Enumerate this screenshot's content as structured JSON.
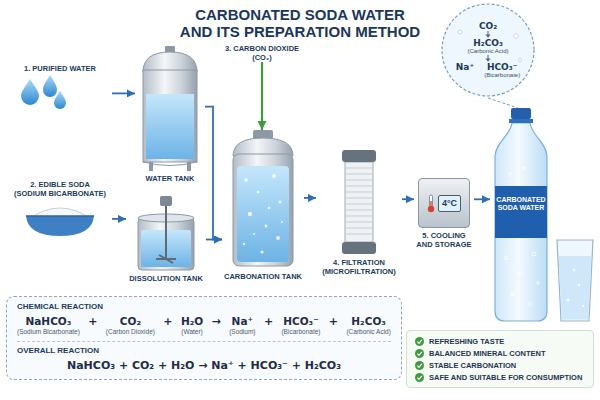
{
  "diagram": {
    "title": "CARBONATED SODA WATER AND ITS PREPARATION METHOD",
    "nodes": [
      {
        "text": [
          "1. PURIFIED WATER"
        ]
      },
      {
        "text": [
          "WATER TANK"
        ]
      },
      {
        "text": [
          "2. EDIBLE SODA (SODIUM BICARBONATE)"
        ]
      },
      {
        "text": [
          "DISSOLUTION TANK"
        ]
      },
      {
        "text": [
          "3. CARBON DIOXIDE (CO₂)"
        ]
      },
      {
        "text": [
          "CARBONATION TANK"
        ]
      },
      {
        "text": [
          "4. FILTRATION (MICROFILTRATION)"
        ]
      },
      {
        "text": [
          "4°C",
          "5. COOLING AND STORAGE"
        ]
      },
      {
        "text": [
          "CARBONATED SODA WATER"
        ]
      },
      {
        "text": [
          "CO₂",
          "H₂CO₃",
          "(Carbonic Acid)",
          "Na⁺",
          "HCO₃⁻",
          "(Bicarbonate)"
        ]
      },
      {
        "text": [
          "CHEMICAL REACTION",
          "NaHCO₃",
          "(Sodium Bicarbonate)",
          "+",
          "CO₂",
          "(Carbon Dioxide)",
          "+",
          "H₂O",
          "(Water)",
          "→",
          "Na⁺",
          "(Sodium)",
          "+",
          "HCO₃⁻",
          "(Bicarbonate)",
          "+",
          "H₂CO₃",
          "(Carbonic Acid)",
          "OVERALL REACTION",
          "NaHCO₃ + CO₂ + H₂O → Na⁺ + HCO₃⁻ + H₂CO₃"
        ]
      },
      {
        "text": [
          "REFRESHING TASTE",
          "BALANCED MINERAL CONTENT",
          "STABLE CARBONATION",
          "SAFE AND SUITABLE FOR CONSUMPTION"
        ]
      }
    ],
    "edges": [
      {
        "from": 0,
        "to": 1,
        "arrow": "to"
      },
      {
        "from": 1,
        "to": 5,
        "arrow": "to"
      },
      {
        "from": 2,
        "to": 3,
        "arrow": "to"
      },
      {
        "from": 3,
        "to": 5,
        "arrow": "to"
      },
      {
        "from": 4,
        "to": 5,
        "arrow": "to"
      },
      {
        "from": 5,
        "to": 6,
        "arrow": "to"
      },
      {
        "from": 6,
        "to": 7,
        "arrow": "to"
      },
      {
        "from": 7,
        "to": 8,
        "arrow": "to"
      },
      {
        "from": 9,
        "to": 8,
        "arrow": "none"
      }
    ]
  }
}
